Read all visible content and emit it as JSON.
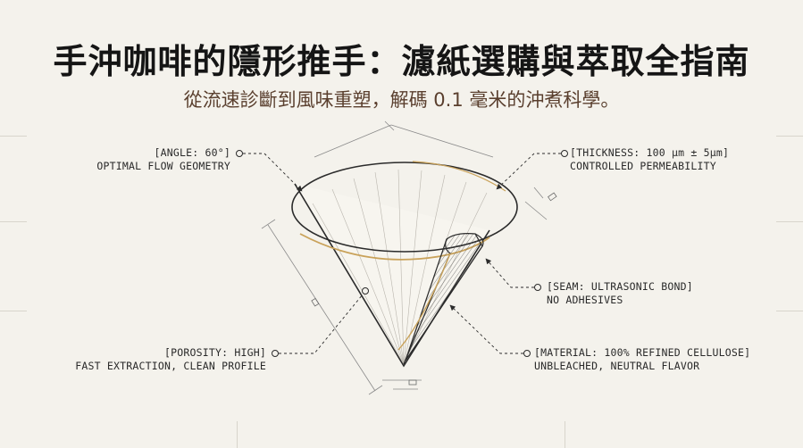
{
  "header": {
    "title": "手沖咖啡的隱形推手：濾紙選購與萃取全指南",
    "subtitle": "從流速診斷到風味重塑，解碼 0.1 毫米的沖煮科學。"
  },
  "callouts": {
    "angle": {
      "line1": "[ANGLE: 60°]",
      "line2": "OPTIMAL FLOW GEOMETRY"
    },
    "thickness": {
      "line1": "[THICKNESS: 100 µm ± 5µm]",
      "line2": "CONTROLLED PERMEABILITY"
    },
    "seam": {
      "line1": "[SEAM: ULTRASONIC BOND]",
      "line2": "NO ADHESIVES"
    },
    "porosity": {
      "line1": "[POROSITY: HIGH]",
      "line2": "FAST EXTRACTION, CLEAN PROFILE"
    },
    "material": {
      "line1": "[MATERIAL: 100% REFINED CELLULOSE]",
      "line2": "UNBLEACHED, NEUTRAL FLAVOR"
    }
  },
  "colors": {
    "background": "#f4f2ec",
    "ink": "#2b2b2b",
    "rim_accent": "#c9a25a",
    "subtitle": "#5a3f2e"
  },
  "icons": {
    "filter": "cone-filter-illustration",
    "pointer": "callout-circle-marker"
  }
}
